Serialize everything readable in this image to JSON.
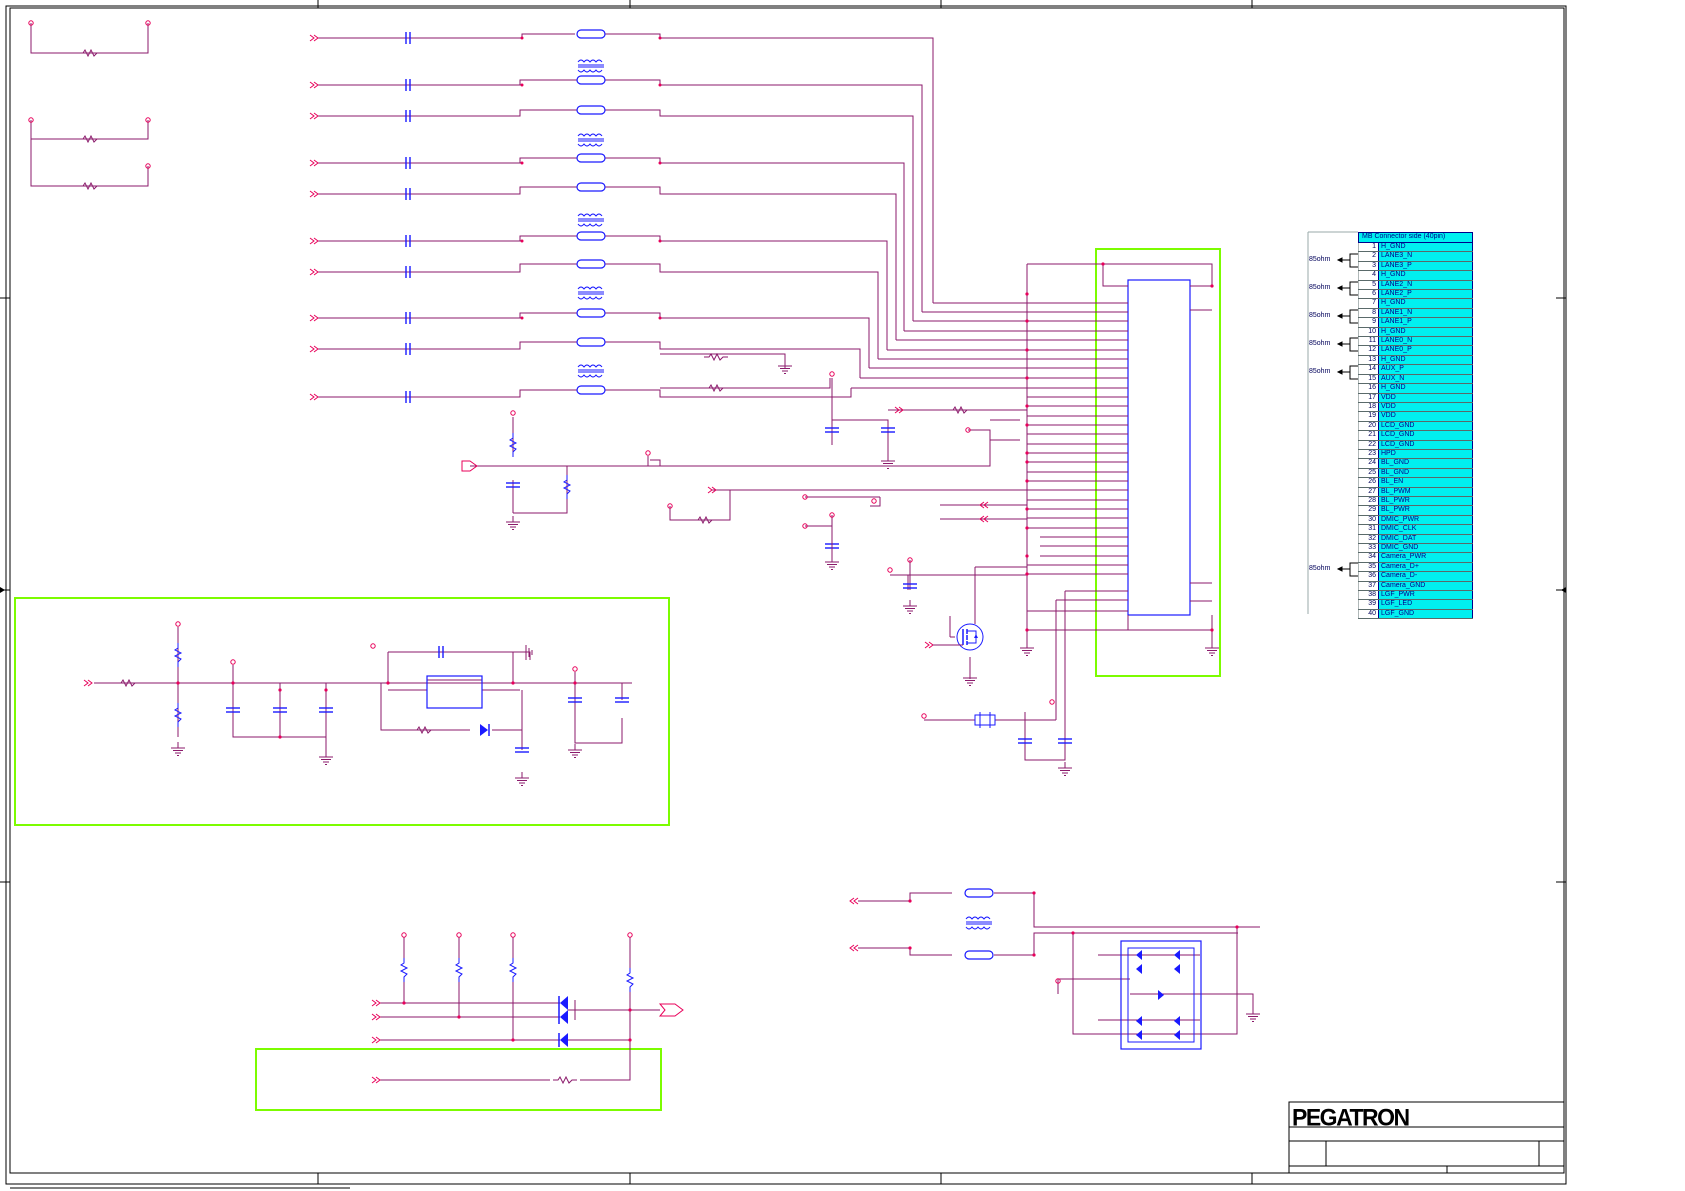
{
  "connector_table": {
    "header": "MB Connector side (40pin)",
    "pins": [
      {
        "num": "1",
        "signal": "H_GND"
      },
      {
        "num": "2",
        "signal": "LANE3_N"
      },
      {
        "num": "3",
        "signal": "LANE3_P"
      },
      {
        "num": "4",
        "signal": "H_GND"
      },
      {
        "num": "5",
        "signal": "LANE2_N"
      },
      {
        "num": "6",
        "signal": "LANE2_P"
      },
      {
        "num": "7",
        "signal": "H_GND"
      },
      {
        "num": "8",
        "signal": "LANE1_N"
      },
      {
        "num": "9",
        "signal": "LANE1_P"
      },
      {
        "num": "10",
        "signal": "H_GND"
      },
      {
        "num": "11",
        "signal": "LANE0_N"
      },
      {
        "num": "12",
        "signal": "LANE0_P"
      },
      {
        "num": "13",
        "signal": "H_GND"
      },
      {
        "num": "14",
        "signal": "AUX_P"
      },
      {
        "num": "15",
        "signal": "AUX_N"
      },
      {
        "num": "16",
        "signal": "H_GND"
      },
      {
        "num": "17",
        "signal": "VDD"
      },
      {
        "num": "18",
        "signal": "VDD"
      },
      {
        "num": "19",
        "signal": "VDD"
      },
      {
        "num": "20",
        "signal": "LCD_GND"
      },
      {
        "num": "21",
        "signal": "LCD_GND"
      },
      {
        "num": "22",
        "signal": "LCD_GND"
      },
      {
        "num": "23",
        "signal": "HPD"
      },
      {
        "num": "24",
        "signal": "BL_GND"
      },
      {
        "num": "25",
        "signal": "BL_GND"
      },
      {
        "num": "26",
        "signal": "BL_EN"
      },
      {
        "num": "27",
        "signal": "BL_PWM"
      },
      {
        "num": "28",
        "signal": "BL_PWR"
      },
      {
        "num": "29",
        "signal": "BL_PWR"
      },
      {
        "num": "30",
        "signal": "DMIC_PWR"
      },
      {
        "num": "31",
        "signal": "DMIC_CLK"
      },
      {
        "num": "32",
        "signal": "DMIC_DAT"
      },
      {
        "num": "33",
        "signal": "DMIC_GND"
      },
      {
        "num": "34",
        "signal": "Camera_PWR"
      },
      {
        "num": "35",
        "signal": "Camera_D+"
      },
      {
        "num": "36",
        "signal": "Camera_D-"
      },
      {
        "num": "37",
        "signal": "Camera_GND"
      },
      {
        "num": "38",
        "signal": "LGF_PWR"
      },
      {
        "num": "39",
        "signal": "LGF_LED"
      },
      {
        "num": "40",
        "signal": "LGF_GND"
      }
    ],
    "impedance_labels": [
      "85ohm",
      "85ohm",
      "85ohm",
      "85ohm",
      "85ohm",
      "85ohm"
    ]
  },
  "title_block": {
    "company": "PEGATRON"
  },
  "colors": {
    "wire": "#8b1a6b",
    "pin": "#e8005a",
    "component": "#1a1aff",
    "highlight_box": "#7cfc00",
    "table_fill": "#00f0f0",
    "frame": "#000000"
  }
}
